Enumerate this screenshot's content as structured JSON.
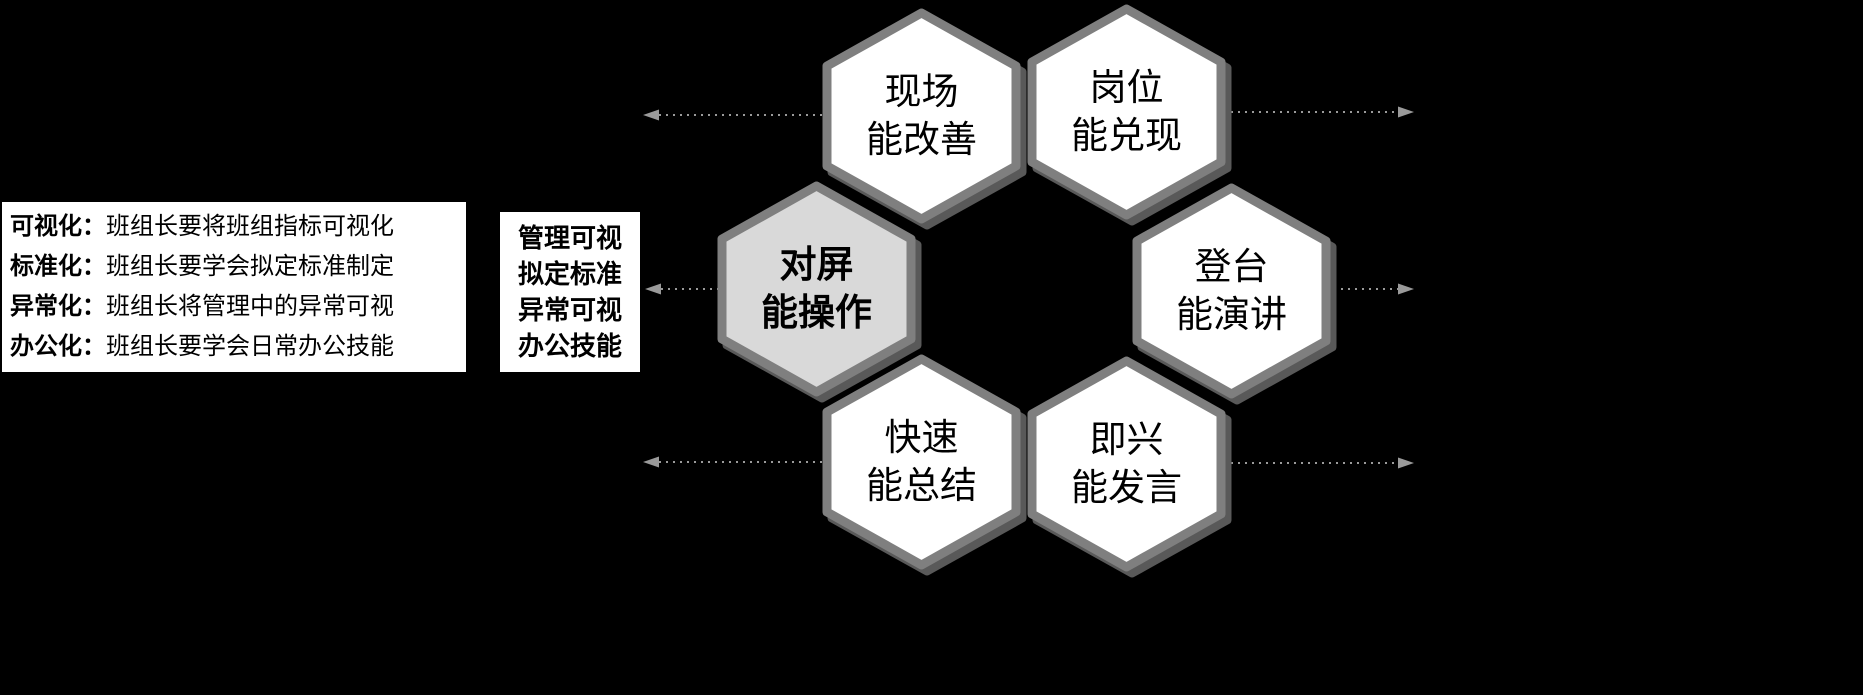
{
  "diagram": {
    "left_panel": {
      "items": [
        {
          "term": "可视化：",
          "desc": "班组长要将班组指标可视化"
        },
        {
          "term": "标准化：",
          "desc": "班组长要学会拟定标准制定"
        },
        {
          "term": "异常化：",
          "desc": "班组长将管理中的异常可视"
        },
        {
          "term": "办公化：",
          "desc": "班组长要学会日常办公技能"
        }
      ]
    },
    "callout": {
      "lines": [
        "管理可视",
        "拟定标准",
        "异常可视",
        "办公技能"
      ]
    },
    "hexagons": [
      {
        "line1": "现场",
        "line2": "能改善",
        "highlighted": false
      },
      {
        "line1": "岗位",
        "line2": "能兑现",
        "highlighted": false
      },
      {
        "line1": "对屏",
        "line2": "能操作",
        "highlighted": true
      },
      {
        "line1": "登台",
        "line2": "能演讲",
        "highlighted": false
      },
      {
        "line1": "快速",
        "line2": "能总结",
        "highlighted": false
      },
      {
        "line1": "即兴",
        "line2": "能发言",
        "highlighted": false
      }
    ],
    "colors": {
      "background": "#000000",
      "hex_fill": "#ffffff",
      "hex_fill_active": "#d9d9d9",
      "hex_border": "#7f7f7f",
      "hex_shadow": "#595959",
      "arrow": "#9a9a9a",
      "panel_bg": "#ffffff",
      "text": "#000000"
    }
  }
}
